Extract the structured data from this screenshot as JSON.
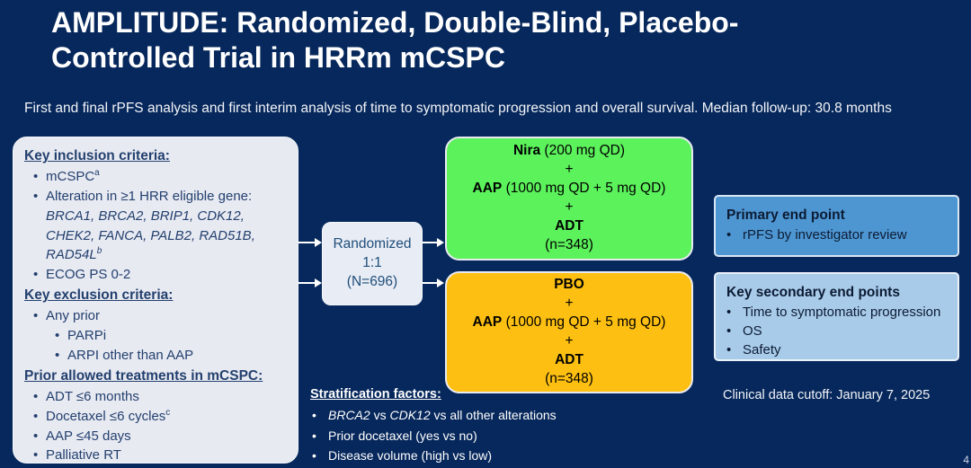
{
  "slide": {
    "title": "AMPLITUDE: Randomized, Double-Blind, Placebo-Controlled Trial in HRRm mCSPC",
    "subtitle": "First and final rPFS analysis and first interim analysis of time to symptomatic progression and overall survival. Median follow-up: 30.8 months",
    "data_cutoff": "Clinical data cutoff: January 7, 2025",
    "page_number": "4"
  },
  "colors": {
    "background_navy": "#07285C",
    "panel_gray": "#E8EAF2",
    "arm_green": "#5CF25C",
    "arm_amber": "#FDC012",
    "primary_endpoint_blue": "#4E96D2",
    "secondary_endpoint_blue": "#A9CBEA",
    "dark_text": "#1F3864"
  },
  "criteria_panel": {
    "inclusion_heading": "Key inclusion criteria:",
    "inclusion": {
      "mcspc": "mCSPC",
      "mcspc_sup": "a",
      "alteration_prefix": "Alteration in ≥1 HRR eligible gene:",
      "genes": "BRCA1, BRCA2, BRIP1, CDK12, CHEK2, FANCA, PALB2, RAD51B, RAD54L",
      "genes_sup": "b",
      "ecog": "ECOG PS 0-2"
    },
    "exclusion_heading": "Key exclusion criteria:",
    "exclusion": {
      "any_prior": "Any prior",
      "parpi": "PARPi",
      "arpi": "ARPI other than AAP"
    },
    "prior_heading": "Prior allowed treatments in mCSPC:",
    "prior": {
      "adt": "ADT ≤6 months",
      "docetaxel": "Docetaxel ≤6 cycles",
      "docetaxel_sup": "c",
      "aap": "AAP ≤45 days",
      "rt": "Palliative RT"
    }
  },
  "randomization": {
    "line1": "Randomized",
    "line2": "1:1",
    "line3": "(N=696)"
  },
  "arms": {
    "nira": {
      "drug1": "Nira",
      "drug1_rest": " (200 mg QD)",
      "plus1": "+",
      "drug2": "AAP",
      "drug2_rest": " (1000 mg QD + 5 mg QD)",
      "plus2": "+",
      "drug3": "ADT",
      "n": "(n=348)"
    },
    "pbo": {
      "drug1": "PBO",
      "plus1": "+",
      "drug2": "AAP",
      "drug2_rest": " (1000 mg QD + 5 mg QD)",
      "plus2": "+",
      "drug3": "ADT",
      "n": "(n=348)"
    }
  },
  "endpoints": {
    "primary": {
      "heading": "Primary end point",
      "items": [
        "rPFS by investigator review"
      ]
    },
    "secondary": {
      "heading": "Key secondary end points",
      "items": [
        "Time to symptomatic progression",
        "OS",
        "Safety"
      ]
    }
  },
  "stratification": {
    "heading": "Stratification factors:",
    "item1_gene1": "BRCA2",
    "item1_mid": " vs ",
    "item1_gene2": "CDK12",
    "item1_suffix": " vs all other alterations",
    "item2": "Prior docetaxel (yes vs no)",
    "item3": "Disease volume (high vs low)"
  }
}
